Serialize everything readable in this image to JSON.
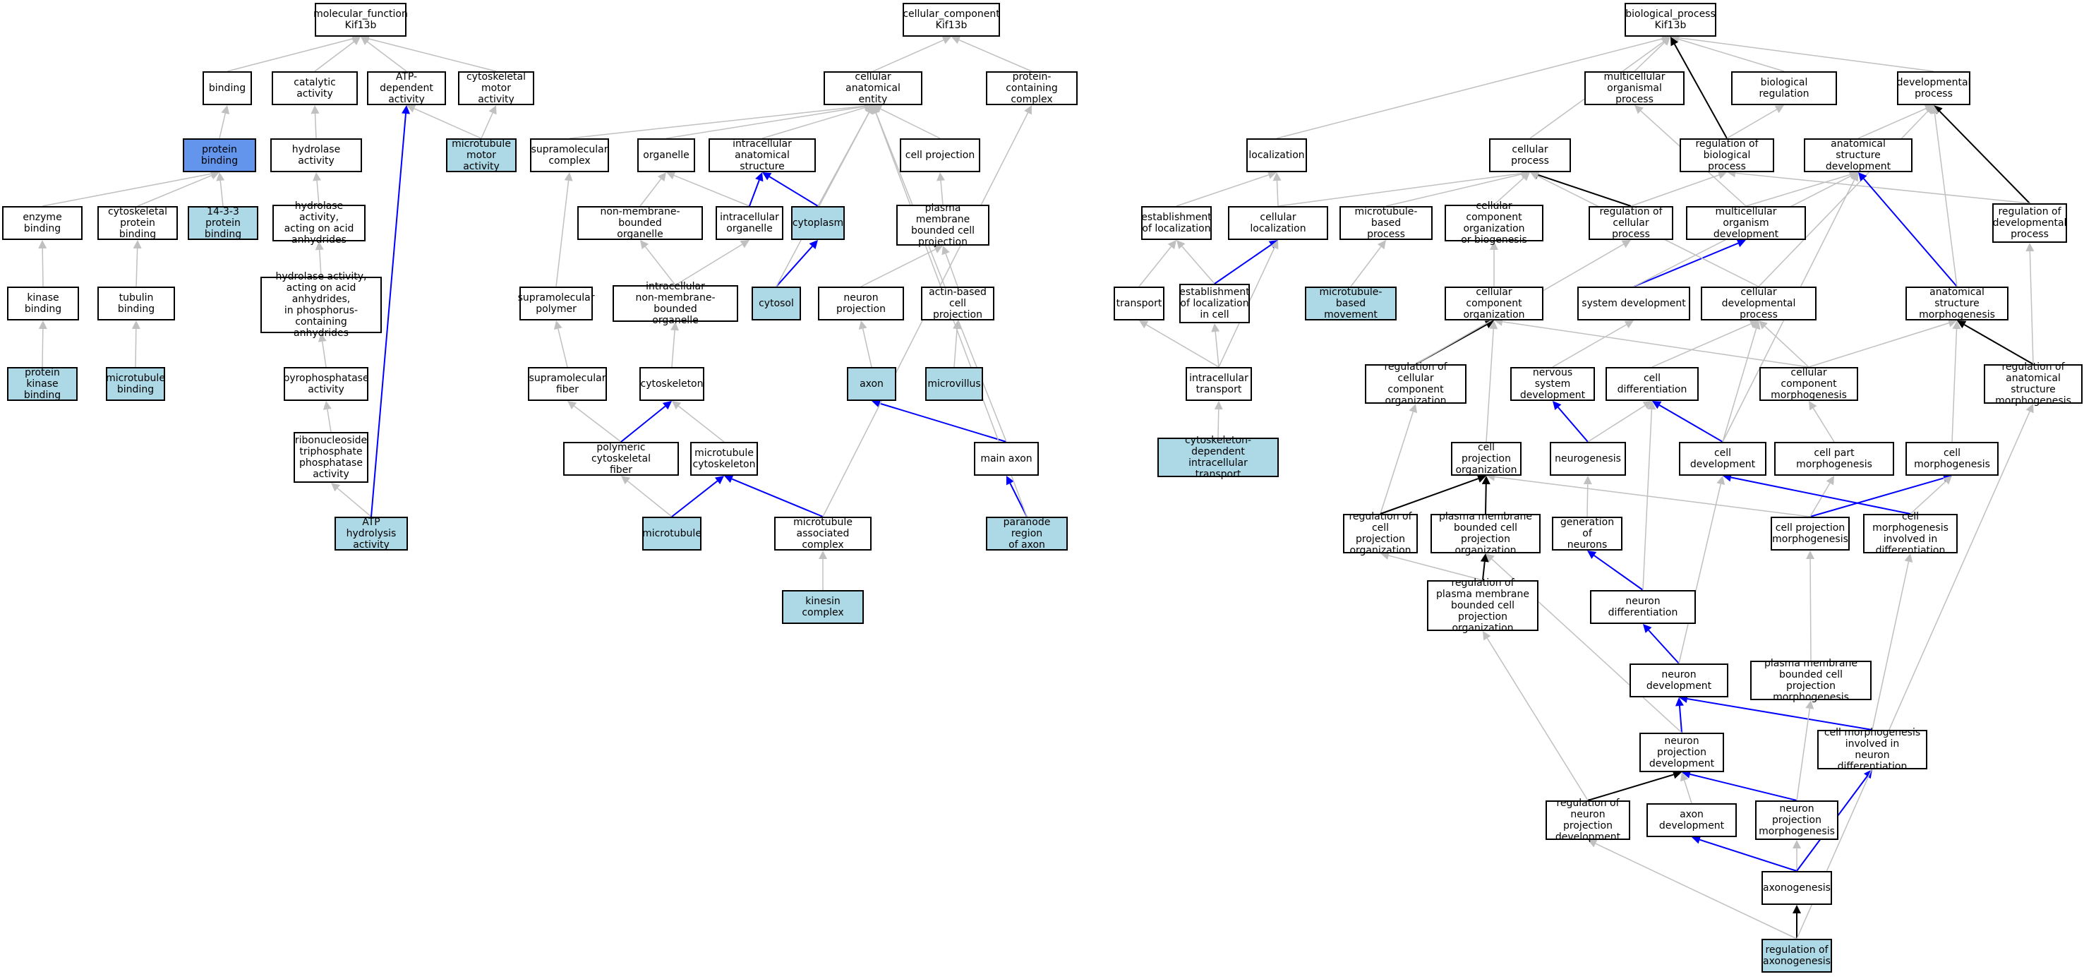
{
  "colors": {
    "grey": "#c0c0c0",
    "blue": "#0000ff",
    "black": "#000000",
    "light": "#add8e6",
    "dark": "#6495ed"
  },
  "nodes": {
    "mf": "molecular_function\nKif13b",
    "binding": "binding",
    "catalytic": "catalytic activity",
    "atpdep": "ATP-dependent\nactivity",
    "cytomotor": "cytoskeletal\nmotor activity",
    "protbind": "protein binding",
    "mtmotor": "microtubule\nmotor activity",
    "hydrolase": "hydrolase activity",
    "enzbind": "enzyme binding",
    "cytoprotbind": "cytoskeletal\nprotein binding",
    "p1433": "14-3-3 protein\nbinding",
    "hydacid": "hydrolase activity,\nacting on acid\nanhydrides",
    "kinbind": "kinase binding",
    "tubbind": "tubulin binding",
    "hydphos": "hydrolase activity,\nacting on acid\nanhydrides,\nin phosphorus-containing\nanhydrides",
    "pkbind": "protein kinase\nbinding",
    "mtbind": "microtubule\nbinding",
    "pyro": "pyrophosphatase\nactivity",
    "ribo": "ribonucleoside\ntriphosphate\nphosphatase\nactivity",
    "atphyd": "ATP hydrolysis\nactivity",
    "cc": "cellular_component\nKif13b",
    "cae": "cellular anatomical\nentity",
    "pcc": "protein-containing\ncomplex",
    "supcomplex": "supramolecular\ncomplex",
    "organelle": "organelle",
    "intraanat": "intracellular\nanatomical structure",
    "cellproj": "cell projection",
    "nonmemb": "non-membrane-bounded\norganelle",
    "intraorg": "intracellular\norganelle",
    "cytoplasm": "cytoplasm",
    "pmbcp": "plasma membrane\nbounded cell\nprojection",
    "suppoly": "supramolecular\npolymer",
    "intranon": "intracellular\nnon-membrane-bounded\norganelle",
    "cytosol": "cytosol",
    "neuproj": "neuron projection",
    "actin": "actin-based\ncell projection",
    "supfiber": "supramolecular\nfiber",
    "cytoskeleton": "cytoskeleton",
    "axon": "axon",
    "microvillus": "microvillus",
    "polyfiber": "polymeric cytoskeletal\nfiber",
    "mtcyto": "microtubule\ncytoskeleton",
    "mainaxon": "main axon",
    "microtubule": "microtubule",
    "mtassoc": "microtubule\nassociated complex",
    "paranode": "paranode region\nof axon",
    "kinesin": "kinesin complex",
    "bp": "biological_process\nKif13b",
    "multiorg": "multicellular\norganismal process",
    "bioreg": "biological regulation",
    "devproc": "developmental\nprocess",
    "localization": "localization",
    "cellproc": "cellular process",
    "regbio": "regulation of\nbiological process",
    "anatdev": "anatomical structure\ndevelopment",
    "estloc": "establishment\nof localization",
    "cellloc": "cellular localization",
    "mtbased": "microtubule-based\nprocess",
    "ccob": "cellular component\norganization\nor biogenesis",
    "regcell": "regulation of\ncellular process",
    "multidev": "multicellular\norganism development",
    "regdev": "regulation of\ndevelopmental\nprocess",
    "transport": "transport",
    "estloccell": "establishment\nof localization\nin cell",
    "mtmove": "microtubule-based\nmovement",
    "ccorg": "cellular component\norganization",
    "sysdev": "system development",
    "celldevproc": "cellular developmental\nprocess",
    "anatmorph": "anatomical structure\nmorphogenesis",
    "intratrans": "intracellular\ntransport",
    "regccorg": "regulation of\ncellular component\norganization",
    "nsdev": "nervous system\ndevelopment",
    "celldiff": "cell differentiation",
    "ccmorph": "cellular component\nmorphogenesis",
    "reganat": "regulation of\nanatomical structure\nmorphogenesis",
    "cytodep": "cytoskeleton-dependent\nintracellular\ntransport",
    "cpo": "cell projection\norganization",
    "neurogenesis": "neurogenesis",
    "celldev": "cell development",
    "cpmorph": "cell part morphogenesis",
    "cellmorph": "cell morphogenesis",
    "regcpo": "regulation of\ncell projection\norganization",
    "pmbcpo": "plasma membrane\nbounded cell\nprojection organization",
    "genneu": "generation of\nneurons",
    "cpmorphgen": "cell projection\nmorphogenesis",
    "cmdiff": "cell morphogenesis\ninvolved in\ndifferentiation",
    "regpmbcpo": "regulation of\nplasma membrane\nbounded cell\nprojection organization",
    "neudiff": "neuron differentiation",
    "neudev": "neuron development",
    "pmbcpm": "plasma membrane\nbounded cell\nprojection morphogenesis",
    "npdev": "neuron projection\ndevelopment",
    "cmndiff": "cell morphogenesis\ninvolved in\nneuron differentiation",
    "regnpd": "regulation of\nneuron projection\ndevelopment",
    "axondev": "axon development",
    "npmorph": "neuron projection\nmorphogenesis",
    "axonogenesis": "axonogenesis",
    "regaxon": "regulation of\naxonogenesis"
  }
}
